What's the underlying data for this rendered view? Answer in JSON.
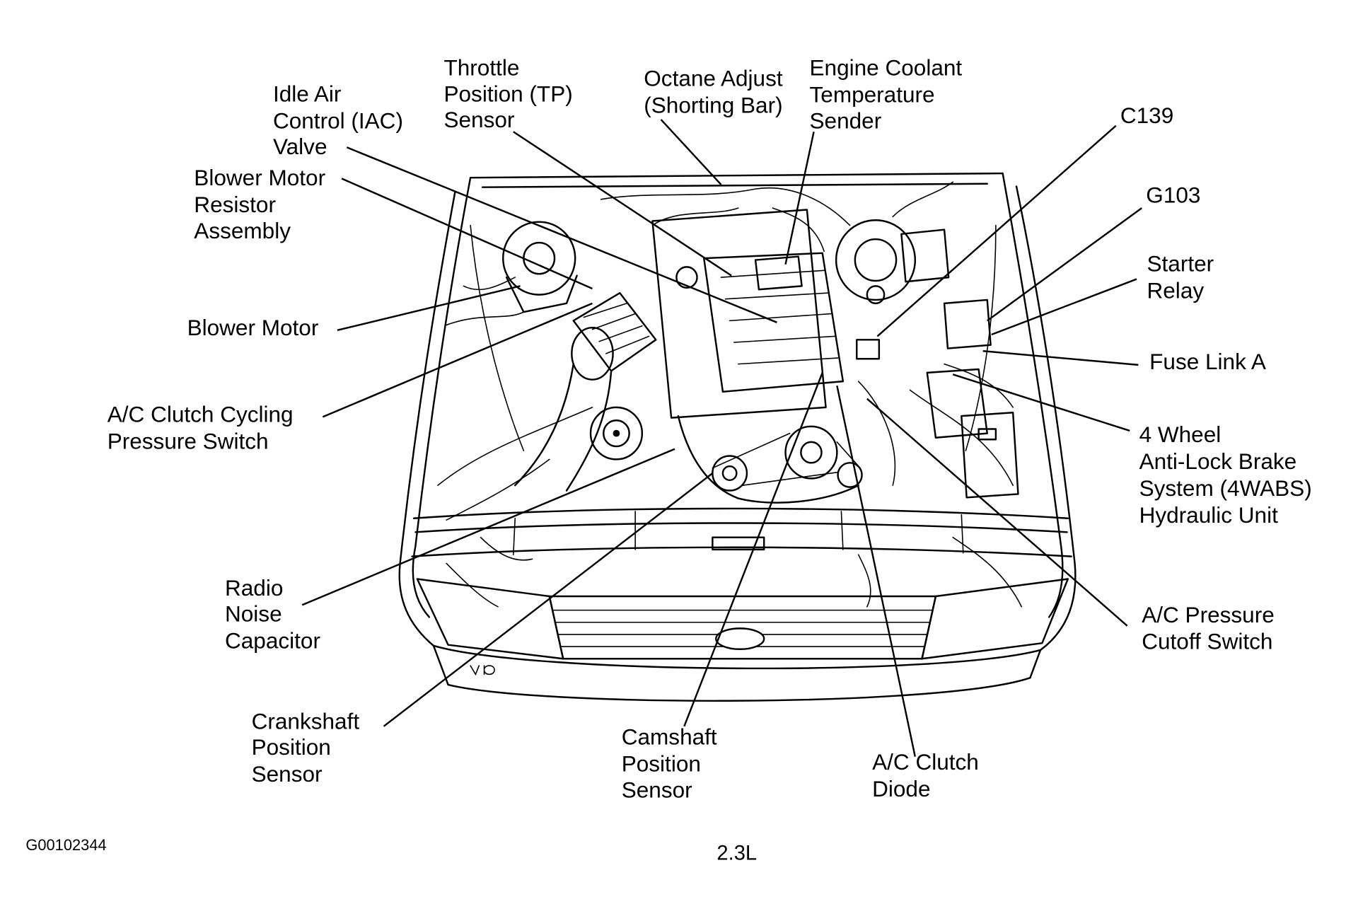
{
  "labels": {
    "throttle_position_sensor": [
      "Throttle",
      "Position (TP)",
      "Sensor"
    ],
    "idle_air_control_valve": [
      "Idle Air",
      "Control (IAC)",
      "Valve"
    ],
    "octane_adjust": [
      "Octane Adjust",
      "(Shorting Bar)"
    ],
    "engine_coolant_temperature_sender": [
      "Engine Coolant",
      "Temperature",
      "Sender"
    ],
    "c139": [
      "C139"
    ],
    "g103": [
      "G103"
    ],
    "starter_relay": [
      "Starter",
      "Relay"
    ],
    "fuse_link_a": [
      "Fuse Link A"
    ],
    "four_wabs_hydraulic_unit": [
      "4 Wheel",
      "Anti-Lock Brake",
      "System (4WABS)",
      "Hydraulic Unit"
    ],
    "ac_pressure_cutoff_switch": [
      "A/C Pressure",
      "Cutoff Switch"
    ],
    "ac_clutch_diode": [
      "A/C Clutch",
      "Diode"
    ],
    "camshaft_position_sensor": [
      "Camshaft",
      "Position",
      "Sensor"
    ],
    "crankshaft_position_sensor": [
      "Crankshaft",
      "Position",
      "Sensor"
    ],
    "radio_noise_capacitor": [
      "Radio",
      "Noise",
      "Capacitor"
    ],
    "ac_clutch_cycling_pressure_switch": [
      "A/C Clutch Cycling",
      "Pressure Switch"
    ],
    "blower_motor": [
      "Blower Motor"
    ],
    "blower_motor_resistor_assembly": [
      "Blower Motor",
      "Resistor",
      "Assembly"
    ]
  },
  "figure_id": "G00102344",
  "engine_caption": "2.3L",
  "colors": {
    "line": "#000000",
    "background": "#ffffff"
  }
}
